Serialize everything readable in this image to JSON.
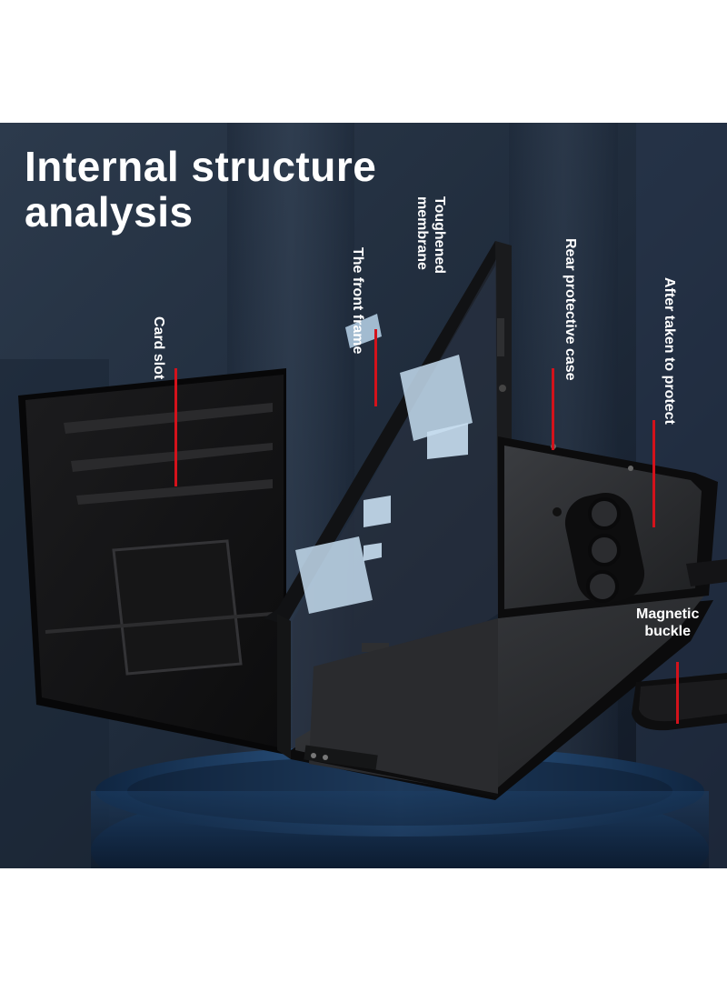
{
  "headline": {
    "line1": "Internal structure",
    "line2": "analysis"
  },
  "callouts": {
    "toughened": {
      "line1": "Toughened",
      "line2": "membrane"
    },
    "front_frame": "The front frame",
    "rear_case": "Rear protective case",
    "after_taken": "After taken to protect",
    "card_slot": "Card slot",
    "magnetic": {
      "line1": "Magnetic",
      "line2": "buckle"
    }
  },
  "colors": {
    "background_dark": "#1f2a3a",
    "accent_red": "#d3121b",
    "text": "#ffffff",
    "podium": "#1b3a5e"
  }
}
